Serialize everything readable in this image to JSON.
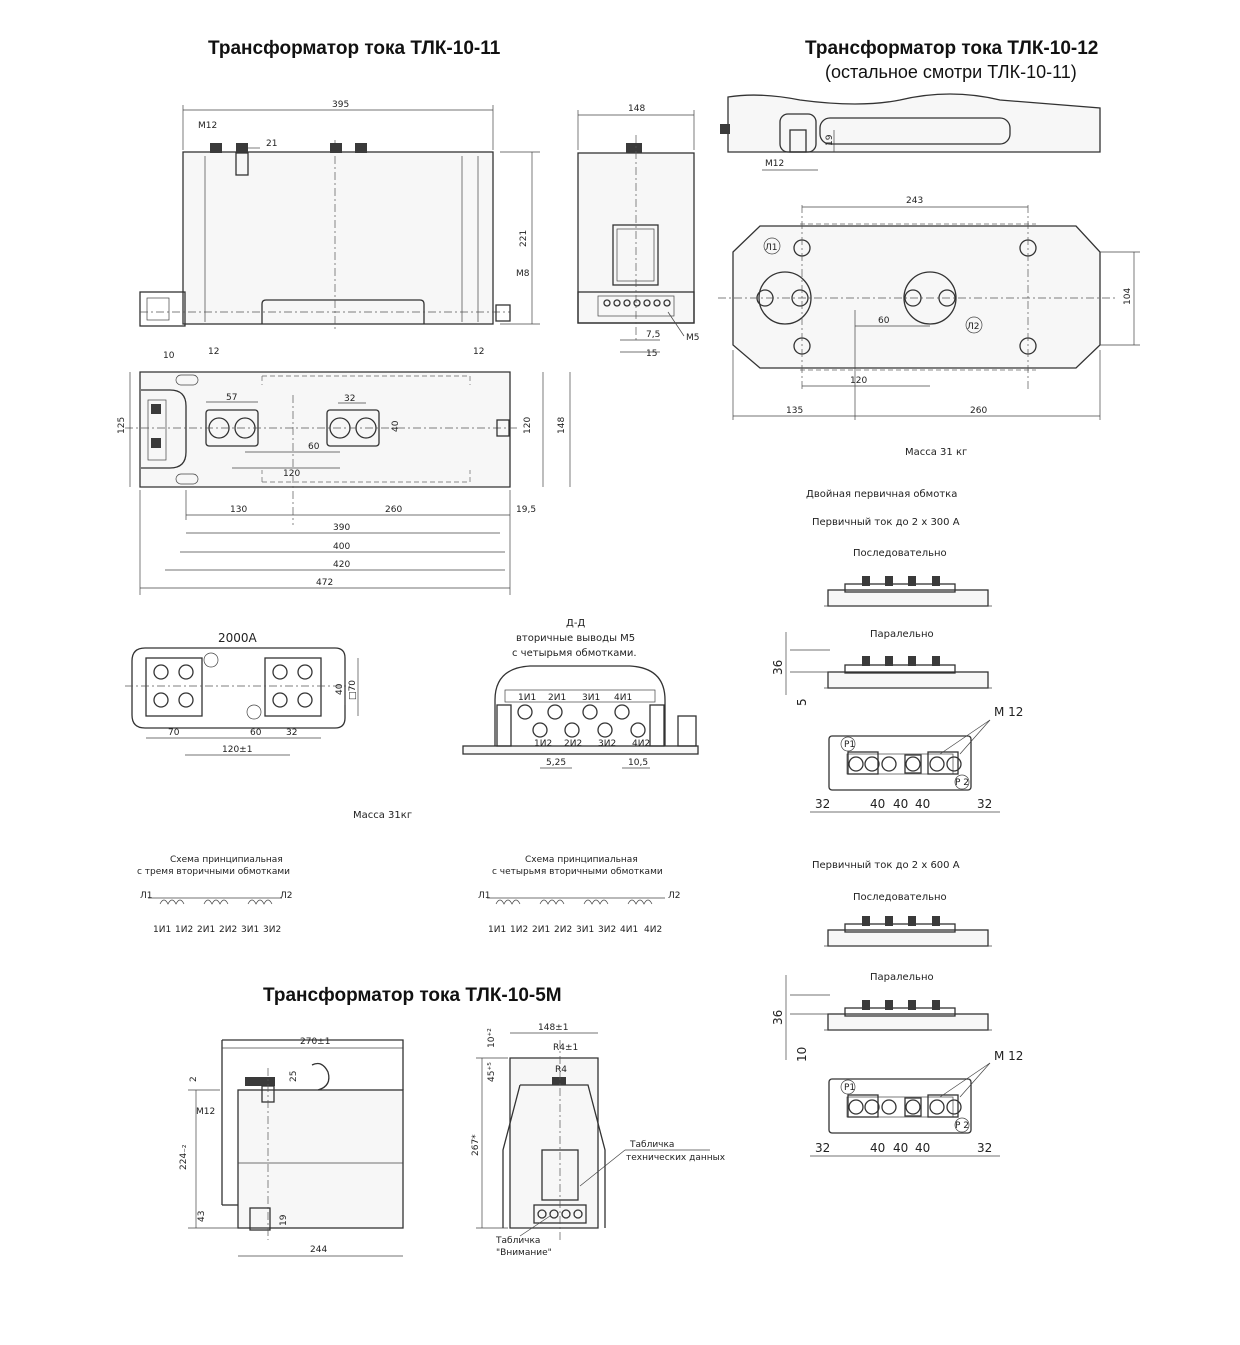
{
  "titles": {
    "tlk1011": "Трансформатор тока ТЛК-10-11",
    "tlk1012": "Трансформатор тока ТЛК-10-12",
    "tlk1012_note": "(остальное смотри ТЛК-10-11)",
    "tlk105m": "Трансформатор тока ТЛК-10-5М"
  },
  "tlk1011": {
    "front_dims": {
      "width": "395",
      "bolt": "M12",
      "offset": "21",
      "height": "221",
      "bolt_side": "M8"
    },
    "side_dims": {
      "width": "148",
      "bolt": "M5",
      "d1": "7,5",
      "d2": "15"
    },
    "plan_dims": {
      "d10": "10",
      "d12a": "12",
      "d12b": "12",
      "d125": "125",
      "d57": "57",
      "d32": "32",
      "d40": "40",
      "d60": "60",
      "d120": "120",
      "d120v": "120",
      "d148": "148",
      "d130": "130",
      "d260": "260",
      "d195": "19,5",
      "d390": "390",
      "d400": "400",
      "d420": "420",
      "d472": "472"
    },
    "variant_2000": {
      "label": "2000А",
      "d70": "70",
      "d60": "60",
      "d32": "32",
      "d120": "120±1",
      "d40": "40",
      "sq70": "□70"
    },
    "section": {
      "title": "Д-Д",
      "line1": "вторичные выводы М5",
      "line2": "с четырьмя обмотками.",
      "top_terms": [
        "1И1",
        "2И1",
        "3И1",
        "4И1"
      ],
      "bot_terms": [
        "1И2",
        "2И2",
        "3И2",
        "4И2"
      ],
      "d1": "5,25",
      "d2": "10,5"
    },
    "mass": "Масса 31кг",
    "scheme3": {
      "line1": "Схема принципиальная",
      "line2": "с тремя вторичными обмотками",
      "l1": "Л1",
      "l2": "Л2",
      "terms": [
        "1И1",
        "1И2",
        "2И1",
        "2И2",
        "3И1",
        "3И2"
      ]
    },
    "scheme4": {
      "line1": "Схема принципиальная",
      "line2": "с четырьмя вторичными обмотками",
      "l1": "Л1",
      "l2": "Л2",
      "terms": [
        "1И1",
        "1И2",
        "2И1",
        "2И2",
        "3И1",
        "3И2",
        "4И1",
        "4И2"
      ]
    }
  },
  "tlk1012": {
    "top_dims": {
      "bolt": "M12",
      "d19": "19"
    },
    "plan_dims": {
      "d243": "243",
      "d104": "104",
      "d60": "60",
      "d120": "120",
      "d135": "135",
      "d260": "260",
      "mark1": "Л1",
      "mark2": "Л2"
    },
    "mass": "Масса 31 кг",
    "double": "Двойная первичная обмотка",
    "cur300": "Первичный ток до 2 х 300 А",
    "cur600": "Первичный ток до 2 х 600 А",
    "series": "Последовательно",
    "parallel": "Паралельно",
    "d36": "36",
    "d5": "5",
    "d10": "10",
    "bolt": "М 12",
    "p1": "Р1",
    "p2": "Р 2",
    "spacing": [
      "32",
      "40",
      "40",
      "40",
      "32"
    ]
  },
  "tlk105m": {
    "front_dims": {
      "width": "270±1",
      "d2": "2",
      "bolt": "M12",
      "d25": "25",
      "height": "224₋₂",
      "d43": "43",
      "d19": "19",
      "base": "244"
    },
    "side_dims": {
      "width": "148±1",
      "r4tol": "R4±1",
      "r4": "R4",
      "d10": "10⁺²",
      "d45": "45⁺⁵",
      "height": "267*"
    },
    "plate1_l1": "Табличка",
    "plate1_l2": "технических данных",
    "plate2_l1": "Табличка",
    "plate2_l2": "\"Внимание\""
  }
}
